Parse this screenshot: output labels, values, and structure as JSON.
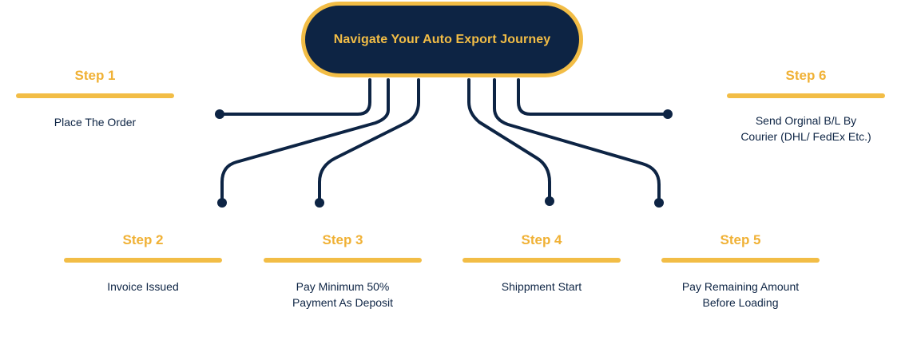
{
  "hub": {
    "title": "Navigate Your Auto Export Journey"
  },
  "colors": {
    "navy": "#0d2444",
    "gold": "#f2bd46",
    "step_title": "#f0b135"
  },
  "steps": [
    {
      "title": "Step 1",
      "description": "Place The Order"
    },
    {
      "title": "Step 2",
      "description": "Invoice Issued"
    },
    {
      "title": "Step 3",
      "description": "Pay Minimum 50%\nPayment As Deposit"
    },
    {
      "title": "Step 4",
      "description": "Shippment Start"
    },
    {
      "title": "Step 5",
      "description": "Pay Remaining Amount\nBefore Loading"
    },
    {
      "title": "Step 6",
      "description": "Send Orginal B/L By\nCourier (DHL/ FedEx Etc.)"
    }
  ]
}
